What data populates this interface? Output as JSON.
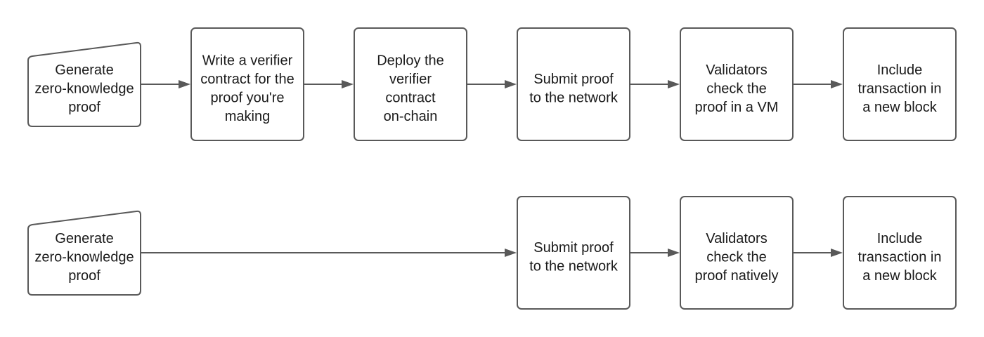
{
  "diagram": {
    "rows": [
      {
        "nodes": [
          {
            "id": "r1-generate",
            "shape": "manual-input",
            "lines": [
              "Generate",
              "zero-knowledge",
              "proof"
            ]
          },
          {
            "id": "r1-write-verifier",
            "shape": "rounded-rect",
            "lines": [
              "Write a verifier",
              "contract for the",
              "proof you're",
              "making"
            ]
          },
          {
            "id": "r1-deploy",
            "shape": "rounded-rect",
            "lines": [
              "Deploy the",
              "verifier",
              "contract",
              "on-chain"
            ]
          },
          {
            "id": "r1-submit",
            "shape": "rounded-rect",
            "lines": [
              "Submit proof",
              "to the network"
            ]
          },
          {
            "id": "r1-validators",
            "shape": "rounded-rect",
            "lines": [
              "Validators",
              "check the",
              "proof in a VM"
            ]
          },
          {
            "id": "r1-include",
            "shape": "rounded-rect",
            "lines": [
              "Include",
              "transaction in",
              "a new block"
            ]
          }
        ],
        "edges": [
          [
            "r1-generate",
            "r1-write-verifier"
          ],
          [
            "r1-write-verifier",
            "r1-deploy"
          ],
          [
            "r1-deploy",
            "r1-submit"
          ],
          [
            "r1-submit",
            "r1-validators"
          ],
          [
            "r1-validators",
            "r1-include"
          ]
        ]
      },
      {
        "nodes": [
          {
            "id": "r2-generate",
            "shape": "manual-input",
            "lines": [
              "Generate",
              "zero-knowledge",
              "proof"
            ]
          },
          {
            "id": "r2-submit",
            "shape": "rounded-rect",
            "lines": [
              "Submit proof",
              "to the network"
            ]
          },
          {
            "id": "r2-validators",
            "shape": "rounded-rect",
            "lines": [
              "Validators",
              "check the",
              "proof natively"
            ]
          },
          {
            "id": "r2-include",
            "shape": "rounded-rect",
            "lines": [
              "Include",
              "transaction in",
              "a new block"
            ]
          }
        ],
        "edges": [
          [
            "r2-generate",
            "r2-submit"
          ],
          [
            "r2-submit",
            "r2-validators"
          ],
          [
            "r2-validators",
            "r2-include"
          ]
        ]
      }
    ]
  }
}
